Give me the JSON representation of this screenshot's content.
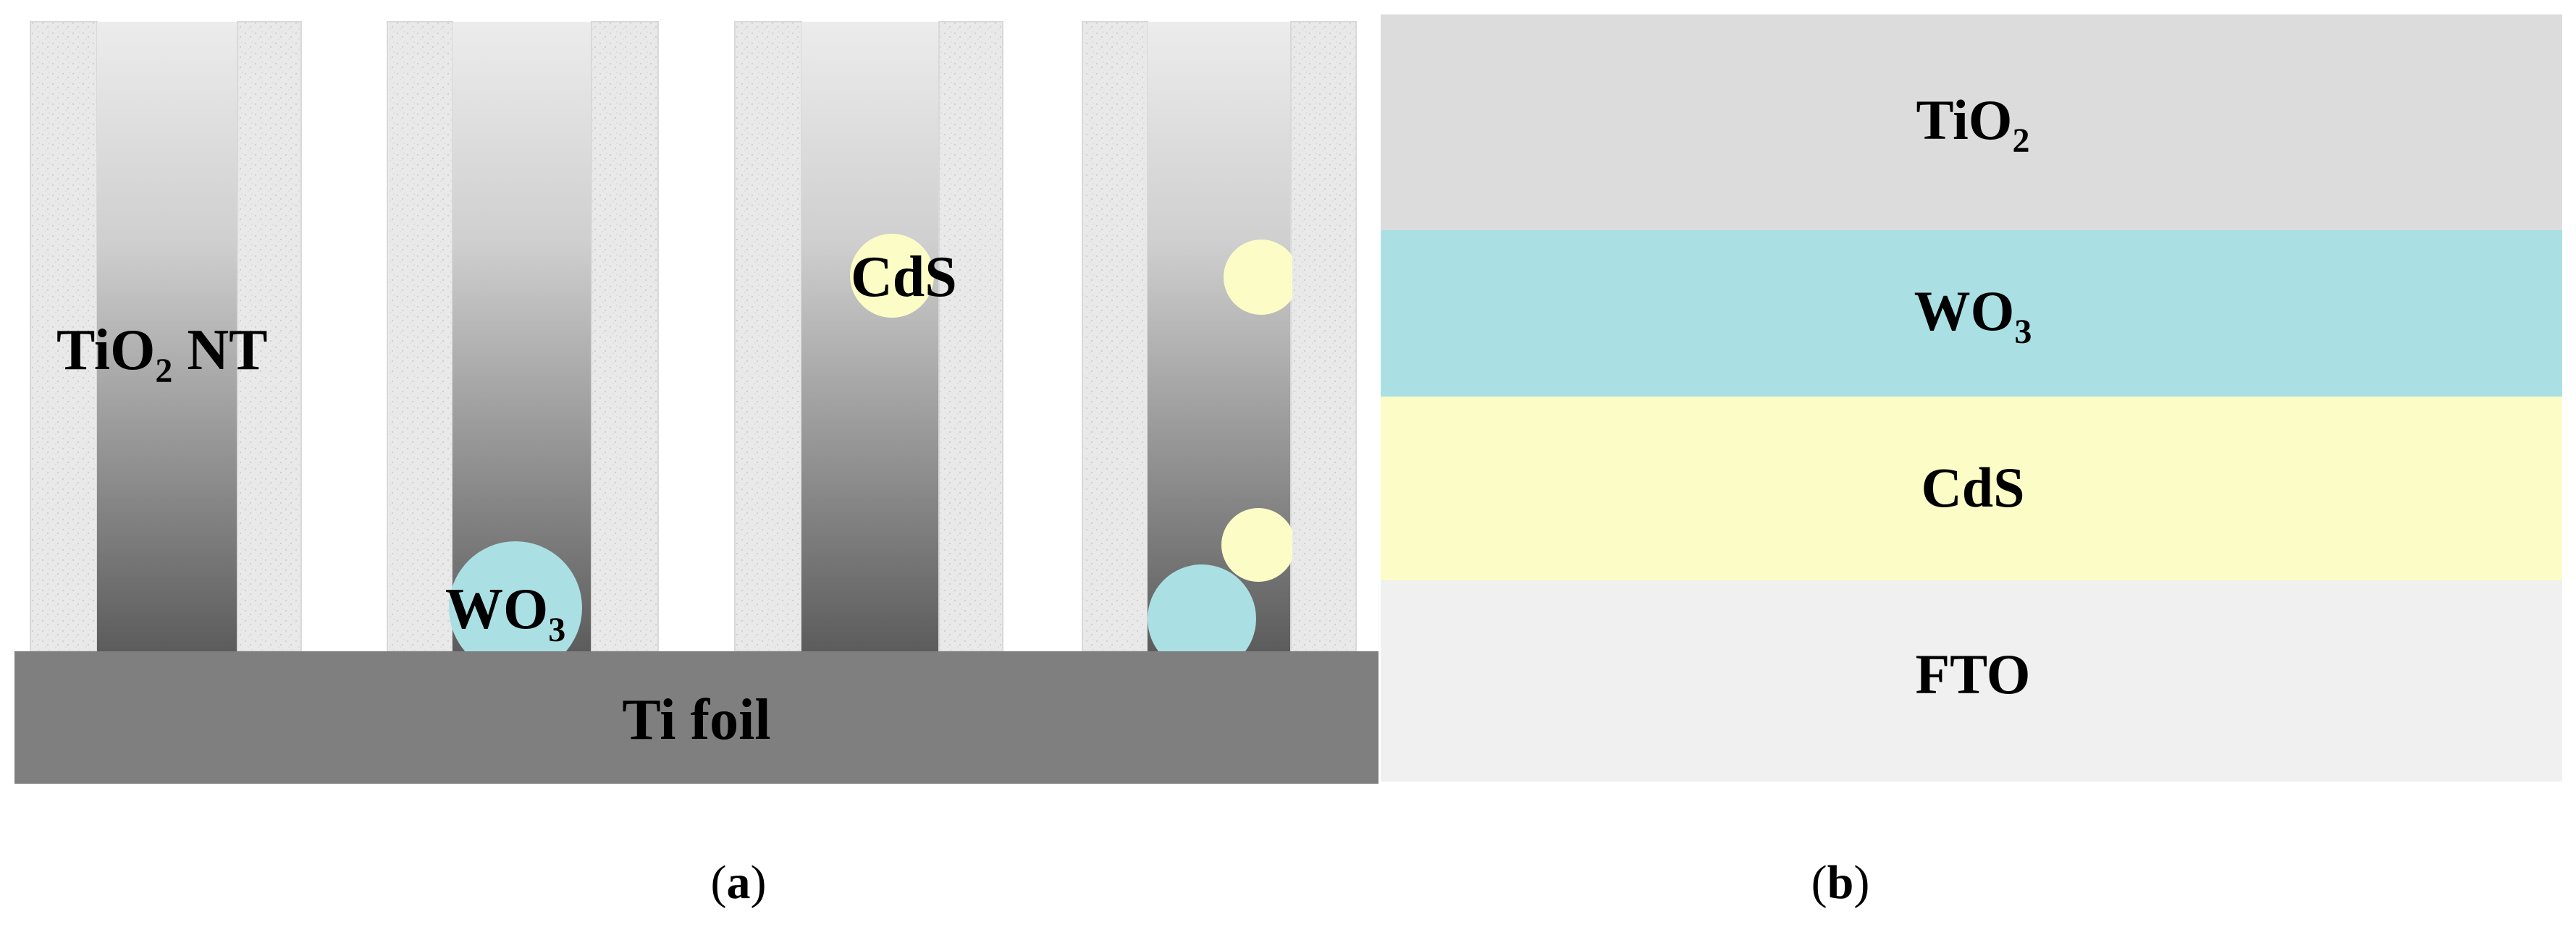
{
  "panel_a": {
    "caption": {
      "open": "(",
      "letter": "a",
      "close": ")"
    },
    "tube_label": {
      "base": "TiO",
      "sub": "2",
      "suffix": " NT"
    },
    "wo3_label": {
      "base": "WO",
      "sub": "3"
    },
    "cds_label": "CdS",
    "substrate_label": "Ti foil"
  },
  "panel_b": {
    "caption": {
      "open": "(",
      "letter": "b",
      "close": ")"
    },
    "layers": {
      "tio2": {
        "base": "TiO",
        "sub": "2"
      },
      "wo3": {
        "base": "WO",
        "sub": "3"
      },
      "cds": "CdS",
      "fto": "FTO"
    }
  },
  "colors": {
    "wall": "#e8e8e8",
    "tube_top": "#ececec",
    "tube_bottom": "#5c5c5c",
    "ti_foil": "#7f7f7f",
    "wo3": "#aae0e3",
    "cds": "#fcfcc7",
    "tio2_layer": "#dcdcdc",
    "fto_layer": "#f0f0f0"
  }
}
